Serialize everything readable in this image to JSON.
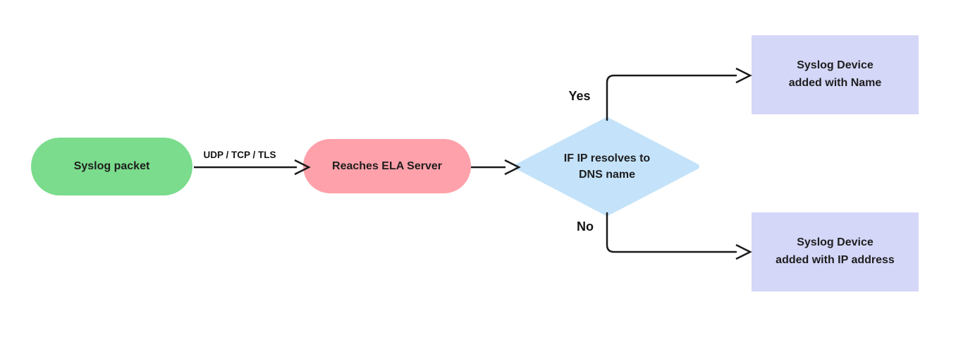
{
  "diagram": {
    "type": "flowchart",
    "background": "#ffffff",
    "line_color": "#1a1a1a",
    "text_color": "#1e1e1e",
    "nodes": {
      "start": {
        "label": "Syslog packet",
        "shape": "stadium",
        "color": "#7adc8c"
      },
      "server": {
        "label": "Reaches ELA Server",
        "shape": "stadium",
        "color": "#ffa1aa"
      },
      "decision": {
        "label": "IF IP resolves to\nDNS name",
        "shape": "diamond",
        "color": "#c4e3fa"
      },
      "result_yes": {
        "label": "Syslog Device\nadded with Name",
        "shape": "rectangle",
        "color": "#d5d7f8"
      },
      "result_no": {
        "label": "Syslog Device\nadded with IP address",
        "shape": "rectangle",
        "color": "#d5d7f8"
      }
    },
    "edges": {
      "transport": {
        "from": "start",
        "to": "server",
        "label": "UDP / TCP / TLS"
      },
      "to_decision": {
        "from": "server",
        "to": "decision",
        "label": ""
      },
      "yes_branch": {
        "from": "decision",
        "to": "result_yes",
        "label": "Yes"
      },
      "no_branch": {
        "from": "decision",
        "to": "result_no",
        "label": "No"
      }
    }
  }
}
